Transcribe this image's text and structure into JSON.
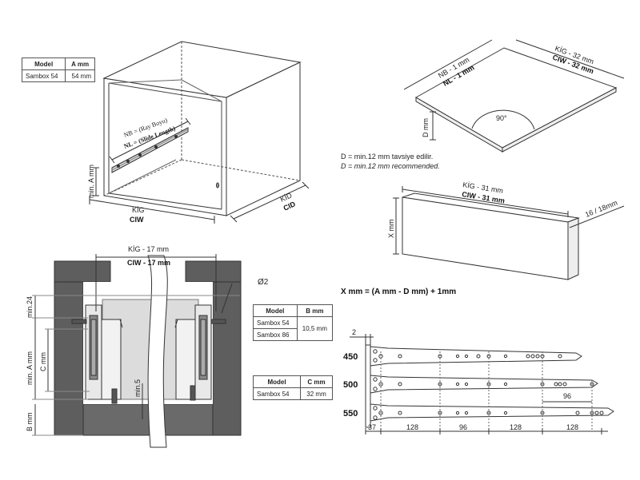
{
  "table_a": {
    "h_model": "Model",
    "h_val": "A mm",
    "rows": [
      {
        "model": "Sambox 54",
        "val": "54 mm"
      }
    ]
  },
  "table_b": {
    "h_model": "Model",
    "h_val": "B mm",
    "rows": [
      {
        "model": "Sambox 54"
      },
      {
        "model": "Sambox 86"
      }
    ],
    "value": "10,5 mm"
  },
  "table_c": {
    "h_model": "Model",
    "h_val": "C mm",
    "rows": [
      {
        "model": "Sambox 54",
        "val": "32 mm"
      }
    ]
  },
  "cabinet": {
    "nb": "NB = (Ray Boyu)",
    "nl": "NL = (Slide Length)",
    "min_a": "min. A mm",
    "kig": "KİG",
    "ciw": "CIW",
    "kid": "KİD",
    "cid": "CID"
  },
  "bottom_panel": {
    "nb": "NB - 1 mm",
    "nl": "NL - 1 mm",
    "kig": "KİG - 32 mm",
    "ciw": "CIW - 32 mm",
    "angle": "90°",
    "d": "D mm",
    "note_tr": "D = min.12 mm tavsiye edilir.",
    "note_en": "D = min.12 mm recommended."
  },
  "back_panel": {
    "kig": "KİG - 31 mm",
    "ciw": "CIW - 31 mm",
    "x": "X mm",
    "thick": "16 / 18mm"
  },
  "formula": "X mm = (A mm - D mm) + 1mm",
  "section": {
    "kig": "KİG - 17 mm",
    "ciw": "CIW - 17 mm",
    "phi": "Ø2",
    "min24": "min.24",
    "min_a": "min. A mm",
    "c": "C mm",
    "min5": "min.5",
    "b": "B mm"
  },
  "slides": {
    "lengths": [
      "450",
      "500",
      "550"
    ],
    "top_dim": "2",
    "dim96": "96",
    "bottom_dims": [
      "37",
      "128",
      "96",
      "128",
      "128"
    ]
  }
}
